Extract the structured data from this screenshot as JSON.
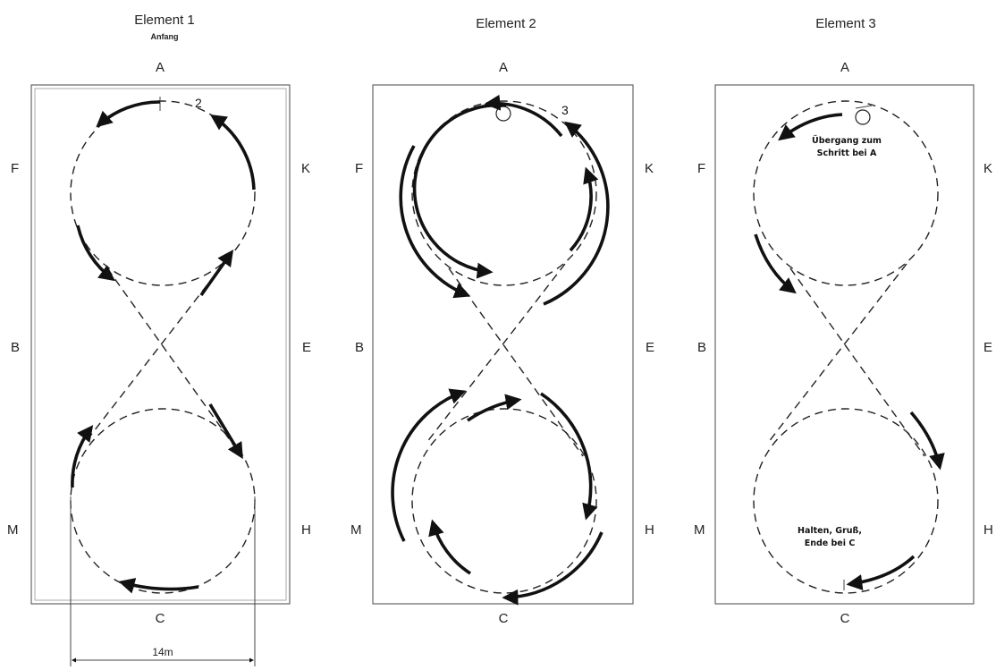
{
  "elements": [
    {
      "title": "Element 1",
      "subtitle": "Anfang",
      "step_number": "2"
    },
    {
      "title": "Element 2",
      "step_number": "3"
    },
    {
      "title": "Element 3",
      "note_top": [
        "Übergang zum",
        "Schritt bei A"
      ],
      "note_bottom": [
        "Halten, Gruß,",
        "Ende bei C"
      ]
    }
  ],
  "arena_letters": {
    "top": "A",
    "bottom": "C",
    "left": [
      "F",
      "B",
      "M"
    ],
    "right": [
      "K",
      "E",
      "H"
    ]
  },
  "dimension_label": "14m",
  "colors": {
    "line": "#111111",
    "dashed": "#222222",
    "arena_border": "#666666"
  }
}
